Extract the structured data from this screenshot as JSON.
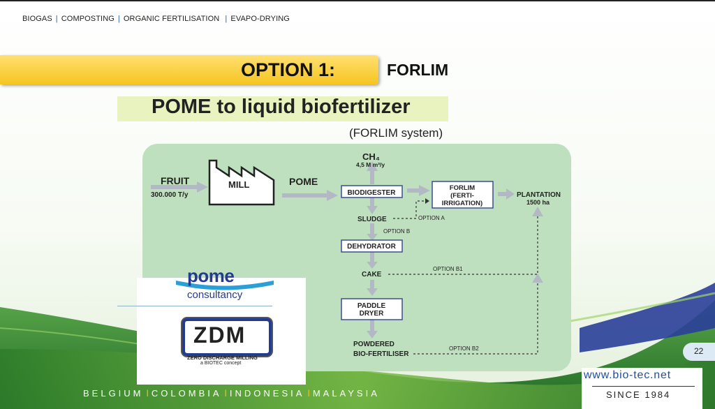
{
  "nav": {
    "items": [
      "BIOGAS",
      "COMPOSTING",
      "ORGANIC FERTILISATION",
      "EVAPO-DRYING"
    ]
  },
  "option": {
    "label": "OPTION 1:",
    "name": "FORLIM"
  },
  "title": "POME to liquid biofertilizer",
  "subtitle": "(FORLIM system)",
  "diagram": {
    "fruit": "FRUIT",
    "fruit_rate": "300.000 T/y",
    "mill": "MILL",
    "pome": "POME",
    "ch4": "CH₄",
    "ch4_rate": "4,5 M m³/y",
    "biodigester": "BIODIGESTER",
    "forlim_1": "FORLIM",
    "forlim_2": "(FERTI-",
    "forlim_3": "IRRIGATION)",
    "plantation": "PLANTATION",
    "plantation_area": "1500 ha",
    "sludge": "SLUDGE",
    "option_a": "OPTION A",
    "option_b": "OPTION B",
    "dehydrator": "DEHYDRATOR",
    "cake": "CAKE",
    "option_b1": "OPTION B1",
    "paddle_1": "PADDLE",
    "paddle_2": "DRYER",
    "powder_1": "POWDERED",
    "powder_2": "BIO-FERTILISER",
    "option_b2": "OPTION B2"
  },
  "logos": {
    "pome_word": "pome",
    "consultancy": "consultancy",
    "zdm": "ZDM",
    "zdm_full": "ZERO DISCHARGE MILLING",
    "zdm_sub": "a BIOTEC concept"
  },
  "footer": {
    "countries": [
      "BELGIUM",
      "COLOMBIA",
      "INDONESIA",
      "MALAYSIA"
    ],
    "page_number": "22",
    "website": "www.bio-tec.net",
    "since": "SINCE 1984"
  },
  "colors": {
    "banner_yellow": "#f6c51f",
    "panel_green": "#bfe0bf",
    "arrow_grey": "#b3b9c4",
    "box_border": "#3a4f8f",
    "brand_blue": "#243c8f"
  }
}
